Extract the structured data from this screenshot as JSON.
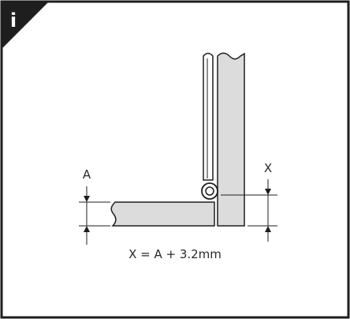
{
  "info_badge": {
    "glyph": "i",
    "icon": "info-icon"
  },
  "labels": {
    "dimension_a": "A",
    "dimension_x": "X",
    "formula": "X = A + 3.2mm"
  },
  "colors": {
    "frame": "#1e1e1e",
    "panel_fill": "#dcdcdc",
    "line": "#1e1e1e",
    "badge": "#1e1e1e"
  }
}
